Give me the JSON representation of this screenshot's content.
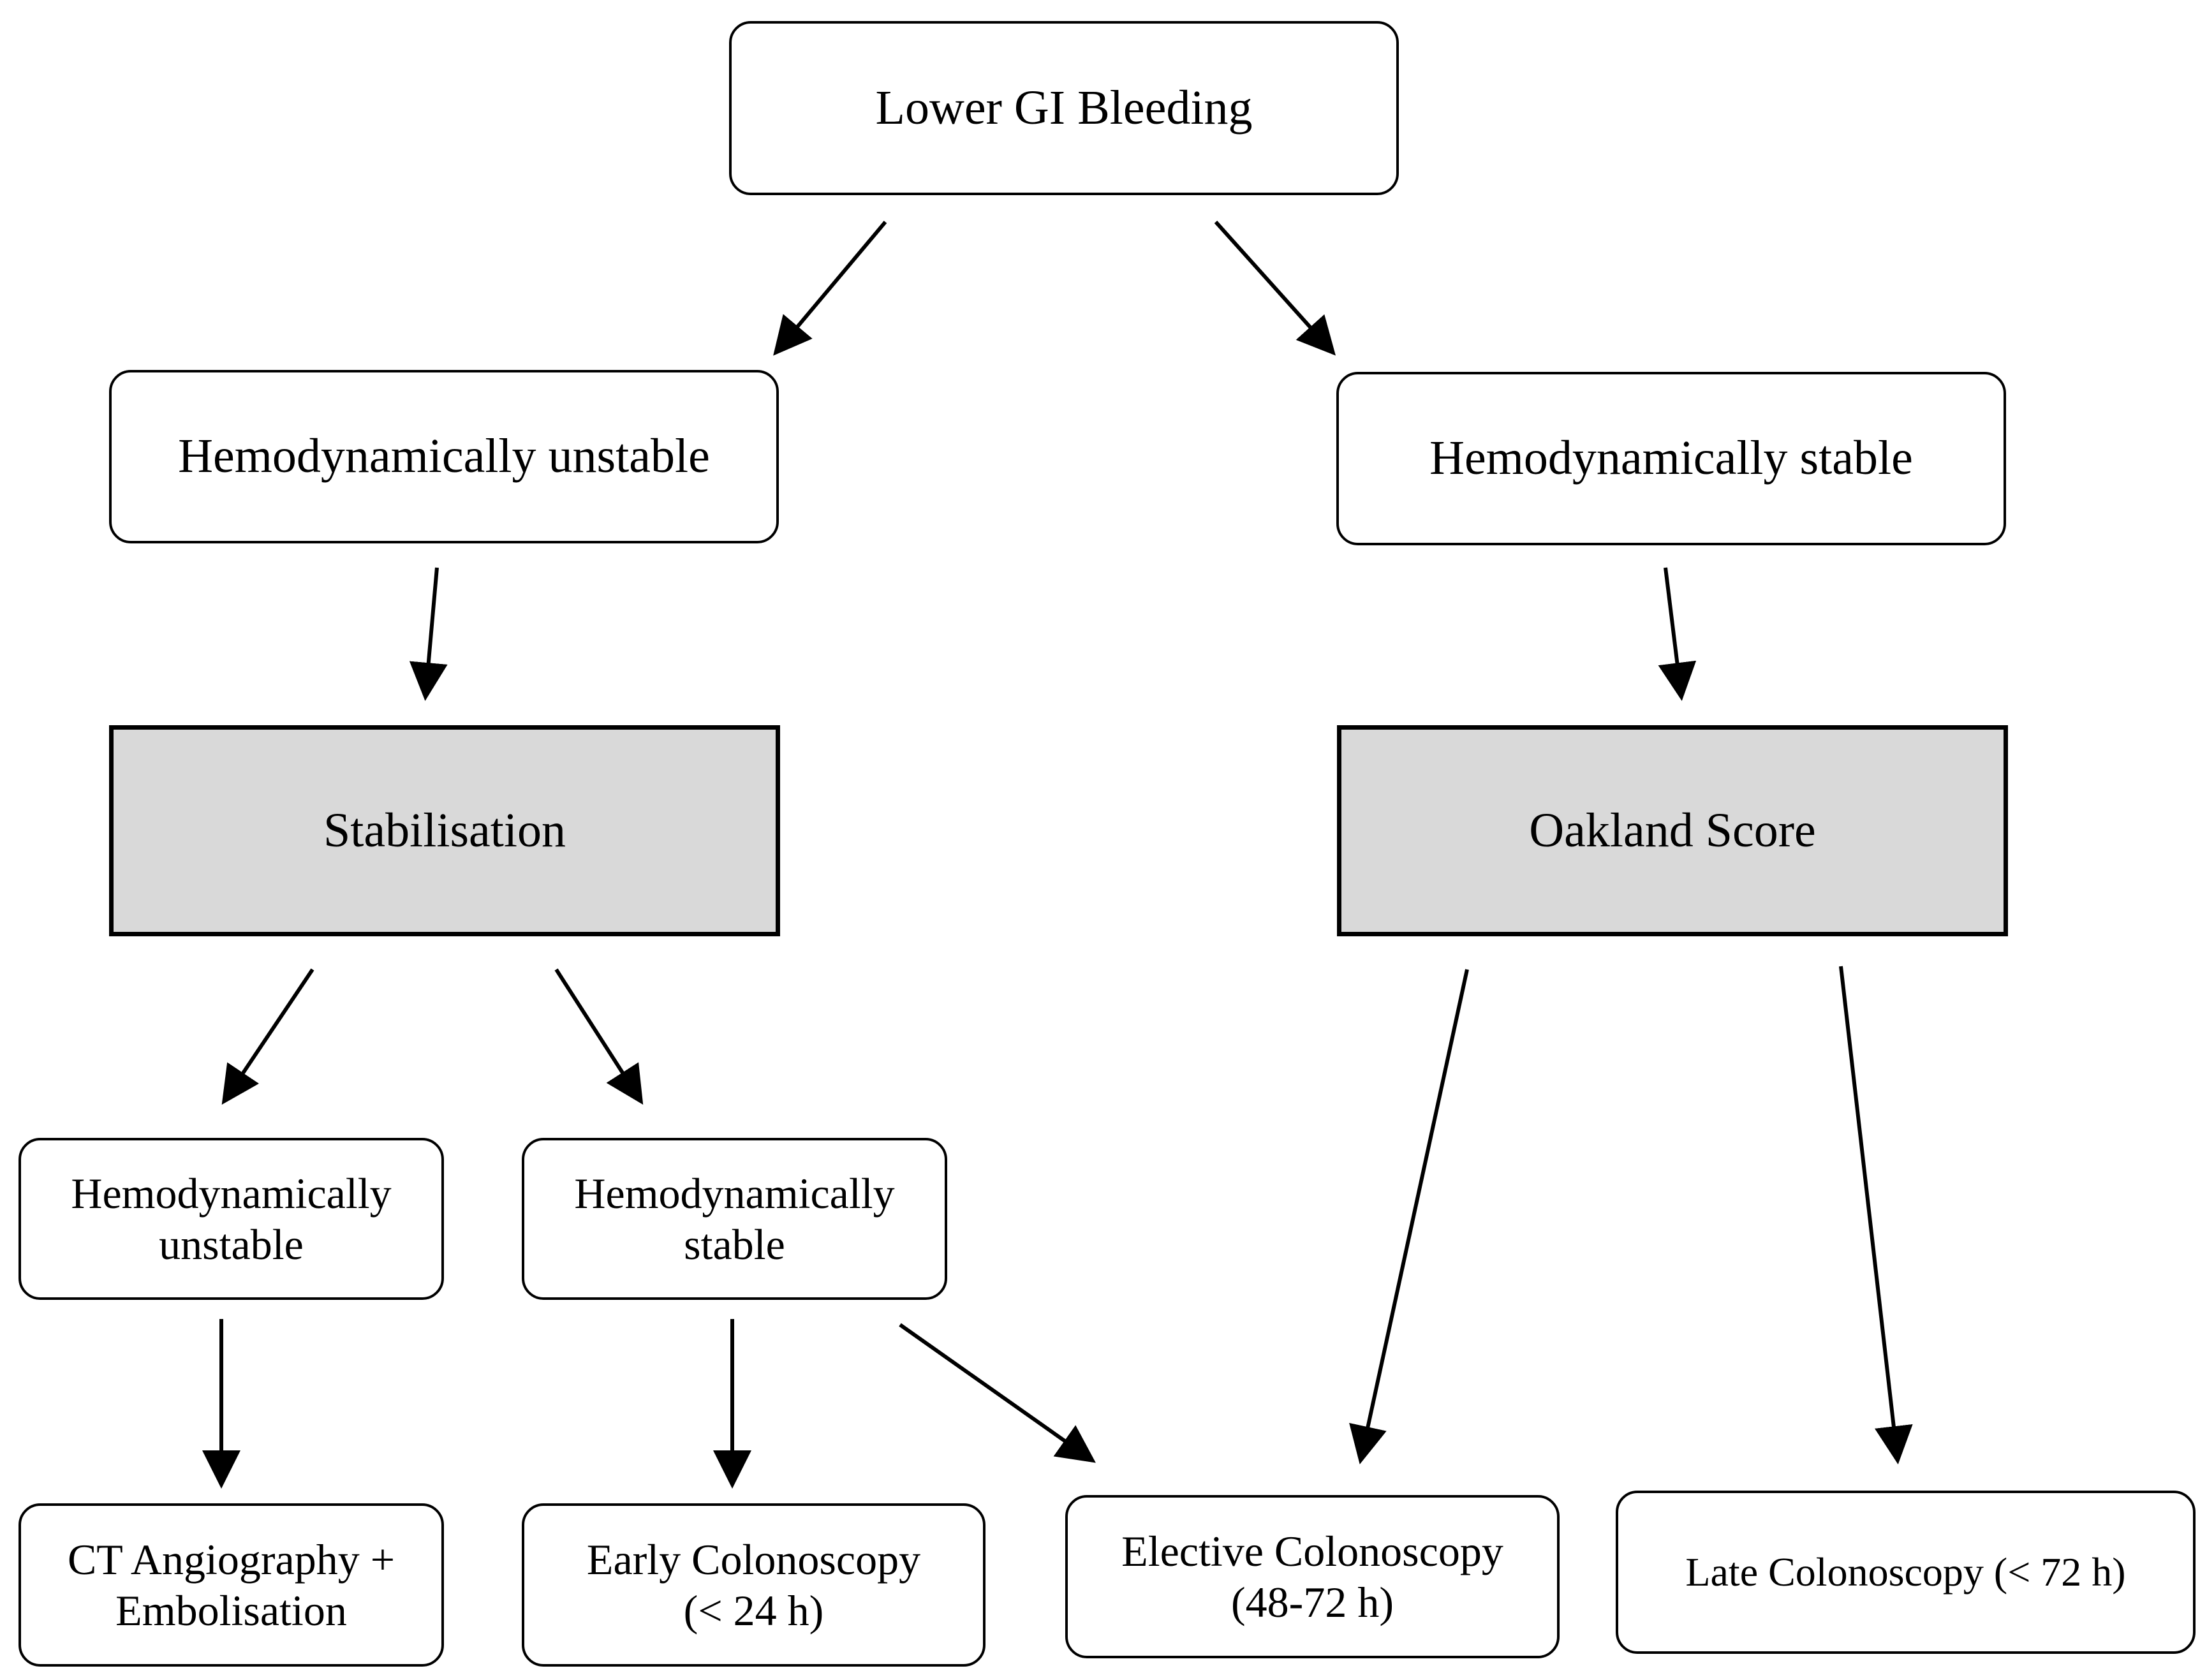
{
  "nodes": {
    "root": {
      "label": "Lower GI Bleeding"
    },
    "unstable": {
      "label": "Hemodynamically unstable"
    },
    "stable": {
      "label": "Hemodynamically stable"
    },
    "stabilisation": {
      "label": "Stabilisation"
    },
    "oakland": {
      "label": "Oakland Score"
    },
    "unstable2": {
      "line1": "Hemodynamically",
      "line2": "unstable"
    },
    "stable2": {
      "line1": "Hemodynamically",
      "line2": "stable"
    },
    "ct": {
      "line1": "CT Angiography +",
      "line2": "Embolisation"
    },
    "early": {
      "line1": "Early Colonoscopy",
      "line2": "(< 24 h)"
    },
    "elective": {
      "line1": "Elective Colonoscopy",
      "line2": "(48-72 h)"
    },
    "late": {
      "label": "Late Colonoscopy (< 72 h)"
    }
  },
  "edges": [
    {
      "from": "root",
      "to": "unstable"
    },
    {
      "from": "root",
      "to": "stable"
    },
    {
      "from": "unstable",
      "to": "stabilisation"
    },
    {
      "from": "stable",
      "to": "oakland"
    },
    {
      "from": "stabilisation",
      "to": "unstable2"
    },
    {
      "from": "stabilisation",
      "to": "stable2"
    },
    {
      "from": "unstable2",
      "to": "ct"
    },
    {
      "from": "stable2",
      "to": "early"
    },
    {
      "from": "stable2",
      "to": "elective"
    },
    {
      "from": "oakland",
      "to": "elective"
    },
    {
      "from": "oakland",
      "to": "late"
    }
  ],
  "colors": {
    "line": "#000000",
    "box_fill": "#ffffff",
    "process_fill": "#d9d9d9"
  }
}
